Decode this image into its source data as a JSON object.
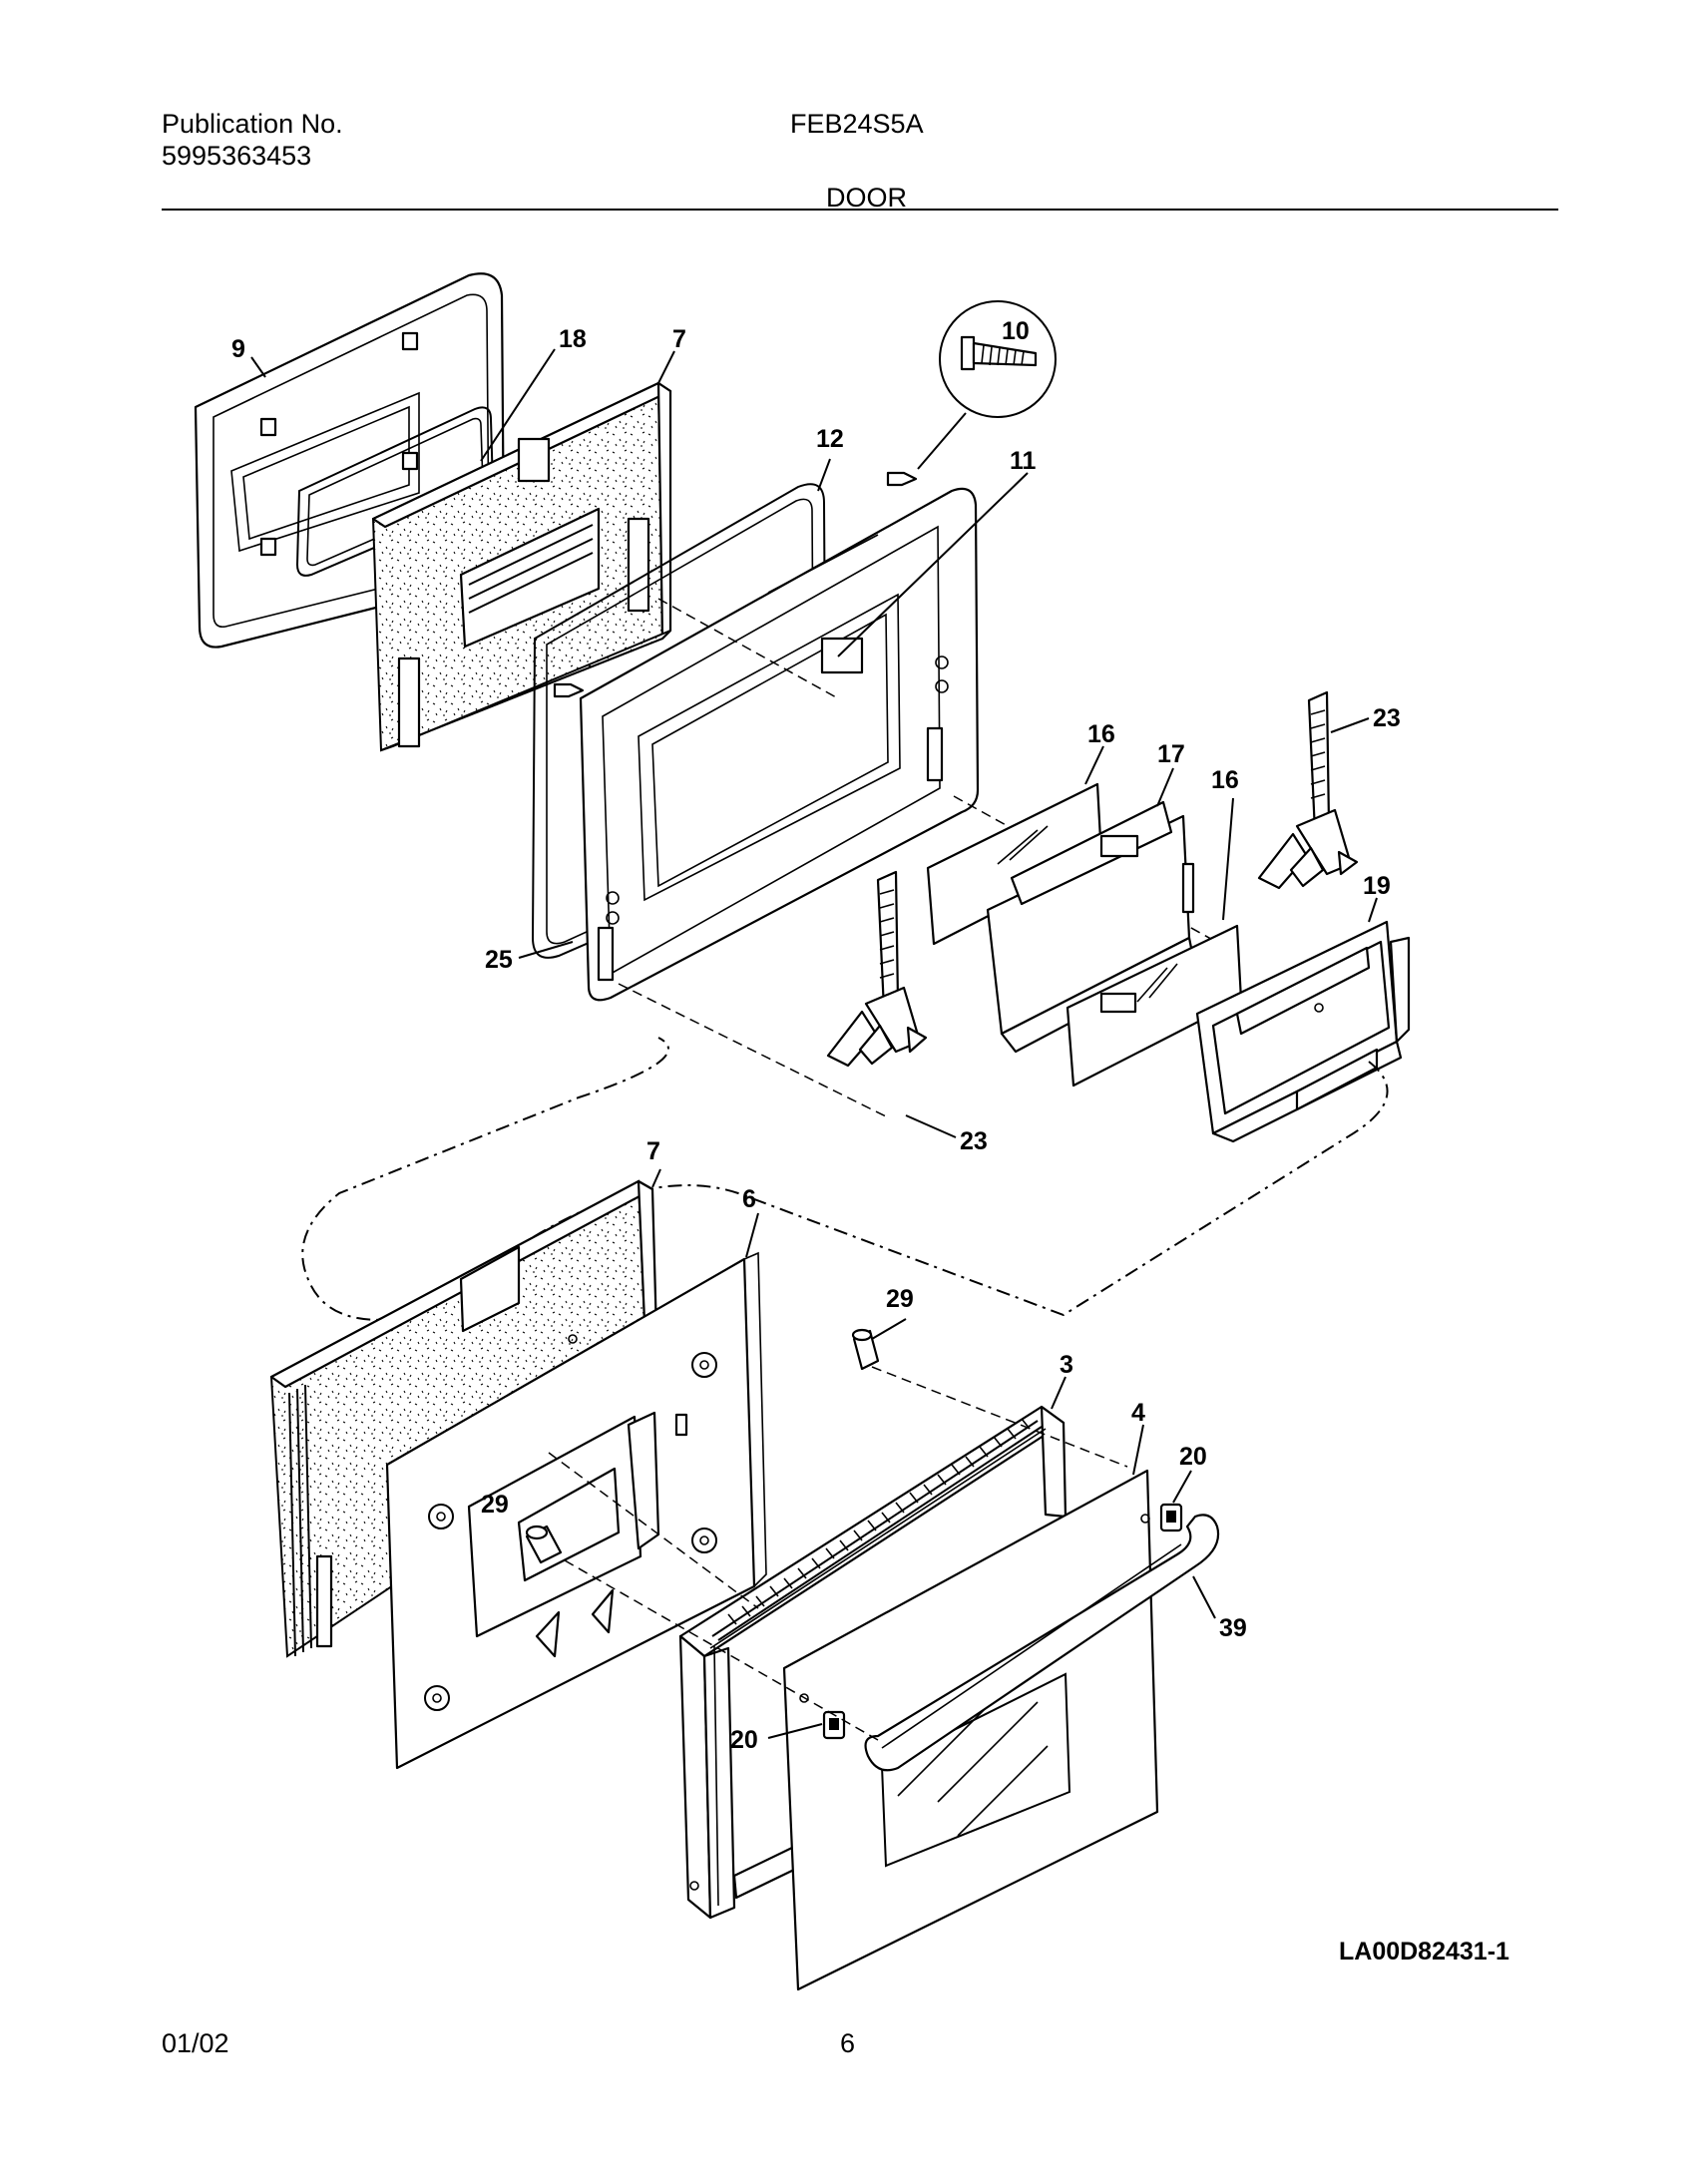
{
  "header": {
    "publication_label": "Publication No.",
    "publication_number": "5995363453",
    "model": "FEB24S5A",
    "section": "DOOR"
  },
  "diagram": {
    "reference_code": "LA00D82431-1",
    "callouts": {
      "c9": "9",
      "c18": "18",
      "c7a": "7",
      "c10": "10",
      "c12": "12",
      "c11": "11",
      "c16a": "16",
      "c17": "17",
      "c16b": "16",
      "c23a": "23",
      "c19": "19",
      "c25": "25",
      "c23b": "23",
      "c7b": "7",
      "c6": "6",
      "c29a": "29",
      "c3": "3",
      "c4": "4",
      "c20a": "20",
      "c29b": "29",
      "c39": "39",
      "c20b": "20"
    }
  },
  "footer": {
    "date": "01/02",
    "page": "6"
  }
}
